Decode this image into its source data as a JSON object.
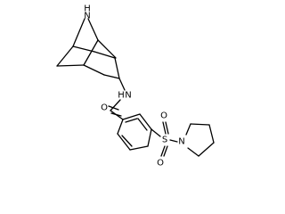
{
  "atoms": {
    "bridge_nh": "N",
    "bridge_nh_h": "H",
    "amide_nh": "N",
    "amide_nh_h": "H",
    "carbonyl_o": "O",
    "sulfur": "S",
    "sulfonyl_o_top": "O",
    "sulfonyl_o_bottom": "O",
    "pyrrolidine_n": "N"
  }
}
